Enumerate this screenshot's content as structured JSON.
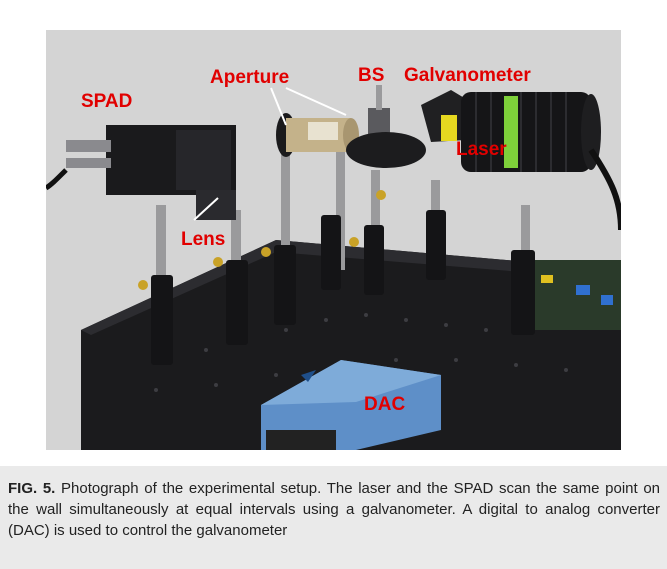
{
  "figure": {
    "labels": {
      "spad": "SPAD",
      "aperture": "Aperture",
      "bs": "BS",
      "galvanometer": "Galvanometer",
      "laser": "Laser",
      "lens": "Lens",
      "dac": "DAC"
    }
  },
  "caption": {
    "figure_number": "FIG. 5.",
    "text": "Photograph of the experimental setup. The laser and the SPAD scan the same point on the wall simultaneously at equal intervals using a galvanometer. A digital to analog converter (DAC) is used to control the galvanometer"
  },
  "colors": {
    "label_red": "#e10000",
    "caption_background": "#eaeaea"
  }
}
